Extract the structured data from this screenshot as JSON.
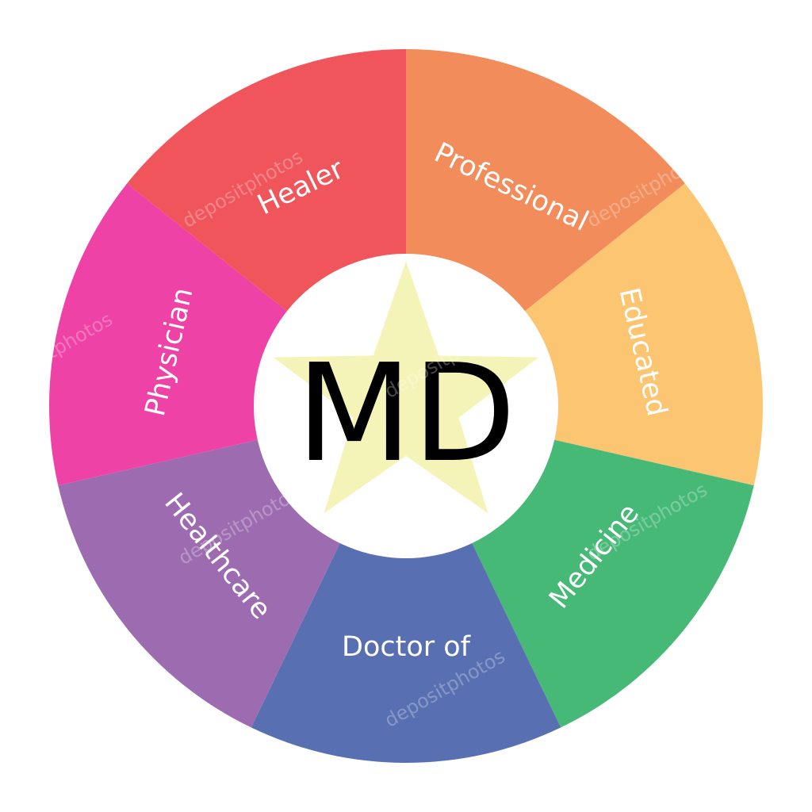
{
  "center": {
    "title": "MD",
    "star_color": "#f4f4b8",
    "circle_color": "#ffffff"
  },
  "segments": [
    {
      "label": "Professional",
      "color": "#f28c5a"
    },
    {
      "label": "Educated",
      "color": "#fbc572"
    },
    {
      "label": "Medicine",
      "color": "#47b977"
    },
    {
      "label": "Doctor of",
      "color": "#586fb2"
    },
    {
      "label": "Healthcare",
      "color": "#9d6cb0"
    },
    {
      "label": "Physician",
      "color": "#ee42a6"
    },
    {
      "label": "Healer",
      "color": "#f0555c"
    }
  ],
  "watermark": {
    "text": "depositphotos"
  }
}
